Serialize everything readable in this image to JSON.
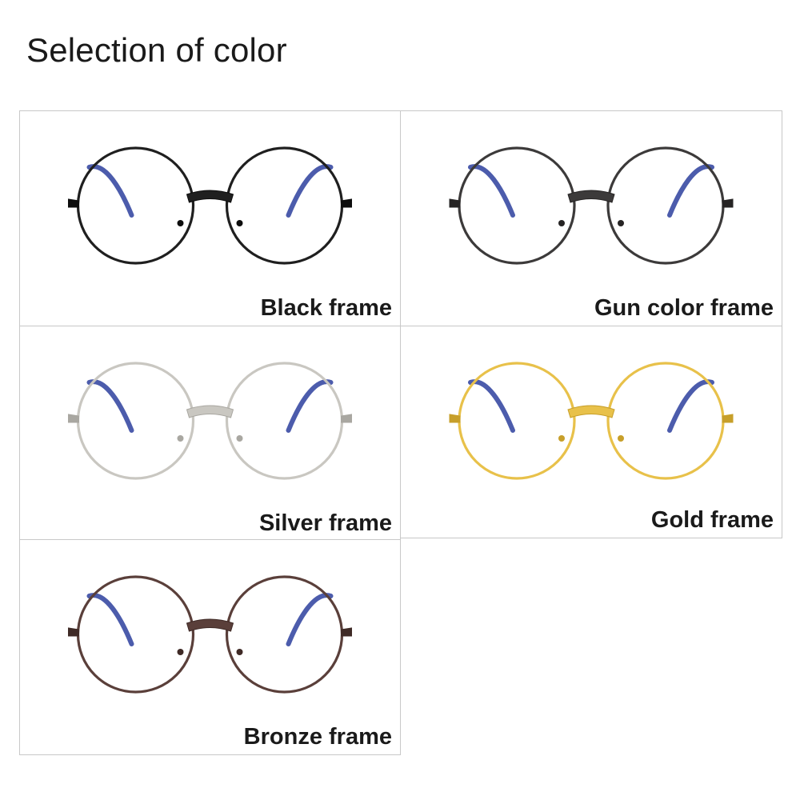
{
  "title": "Selection of color",
  "frames": [
    {
      "label": "Black frame",
      "color": "#1f1f1f",
      "accent": "#0d0d0d"
    },
    {
      "label": "Gun color frame",
      "color": "#3c3a3a",
      "accent": "#262424"
    },
    {
      "label": "Silver frame",
      "color": "#c9c7c1",
      "accent": "#a9a7a1"
    },
    {
      "label": "Gold frame",
      "color": "#e8c14a",
      "accent": "#c79f2a"
    },
    {
      "label": "Bronze frame",
      "color": "#5a3f3a",
      "accent": "#3f2a26"
    }
  ],
  "temple_color": "#2d3f9e",
  "icons": [
    "glasses-icon"
  ]
}
